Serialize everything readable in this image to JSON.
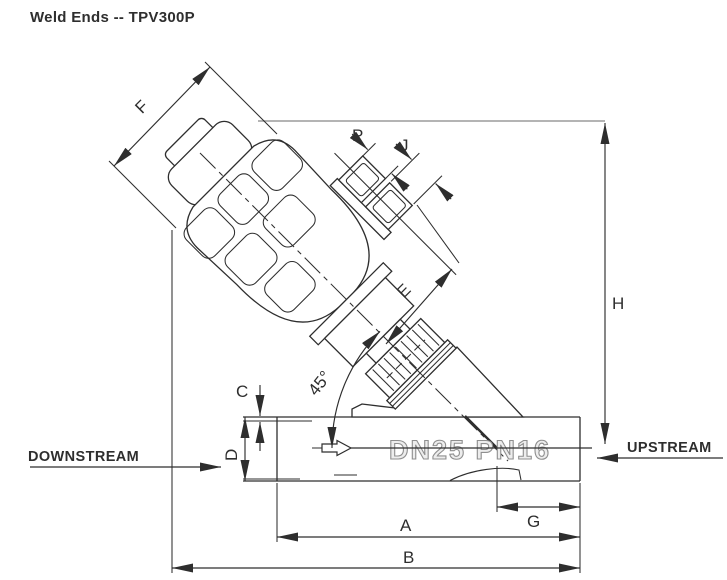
{
  "title": "Weld Ends -- TPV300P",
  "flow": {
    "downstream": "DOWNSTREAM",
    "upstream": "UPSTREAM"
  },
  "valve": {
    "marking": "DN25 PN16",
    "angle": "45°"
  },
  "dims": {
    "A": "A",
    "B": "B",
    "C": "C",
    "D": "D",
    "E": "E",
    "F": "F",
    "G": "G",
    "H": "H",
    "J": "J",
    "P": "P"
  },
  "colors": {
    "line": "#2e2e2e",
    "reference": "#9b9b9b",
    "marking": "#8f8f8f"
  }
}
